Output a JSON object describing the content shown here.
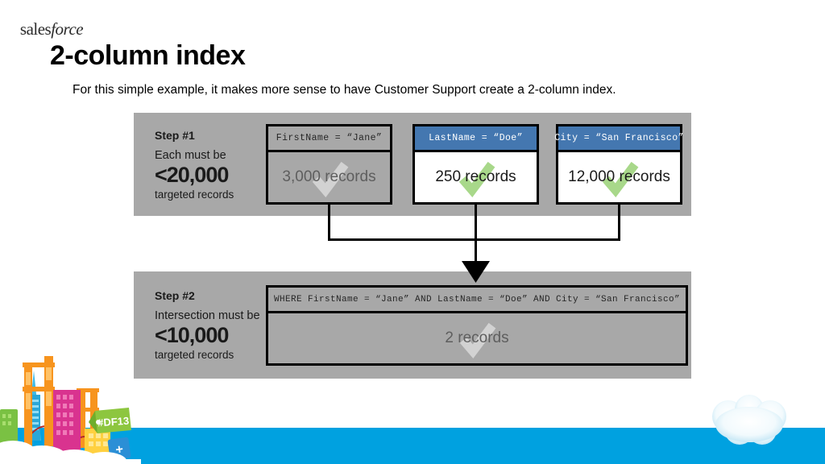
{
  "slide": {
    "title": "2-column index",
    "subtitle": "For this simple example, it makes more sense to have Customer Support create a 2-column index."
  },
  "diagram": {
    "steps": [
      {
        "name": "Step #1",
        "caption": "Each must be",
        "threshold": "<20,000",
        "unit": "targeted records"
      },
      {
        "name": "Step #2",
        "caption": "Intersection must be",
        "threshold": "<10,000",
        "unit": "targeted records"
      }
    ],
    "step1_cards": [
      {
        "query": "FirstName = “Jane”",
        "records": "3,000 records",
        "header_style": "gray",
        "body_style": "gray",
        "check_color": "#d2d2d2"
      },
      {
        "query": "LastName = “Doe”",
        "records": "250 records",
        "header_style": "blue",
        "body_style": "white",
        "check_color": "#a8d88a"
      },
      {
        "query": "City = “San Francisco”",
        "records": "12,000 records",
        "header_style": "blue",
        "body_style": "white",
        "check_color": "#a8d88a"
      }
    ],
    "step2_card": {
      "query": "WHERE FirstName = “Jane” AND LastName = “Doe” AND City = “San Francisco”",
      "records": "2 records",
      "check_color": "#d2d2d2"
    }
  },
  "branding": {
    "logo_name_1": "sales",
    "logo_name_2": "force",
    "logo_mark": "®",
    "event_tag": "#DF13",
    "plus_mark": "+"
  },
  "colors": {
    "panel_gray": "#a8a8a8",
    "header_blue": "#4477b0",
    "band_blue": "#00a1e0",
    "check_green": "#a8d88a",
    "check_gray": "#d2d2d2"
  }
}
